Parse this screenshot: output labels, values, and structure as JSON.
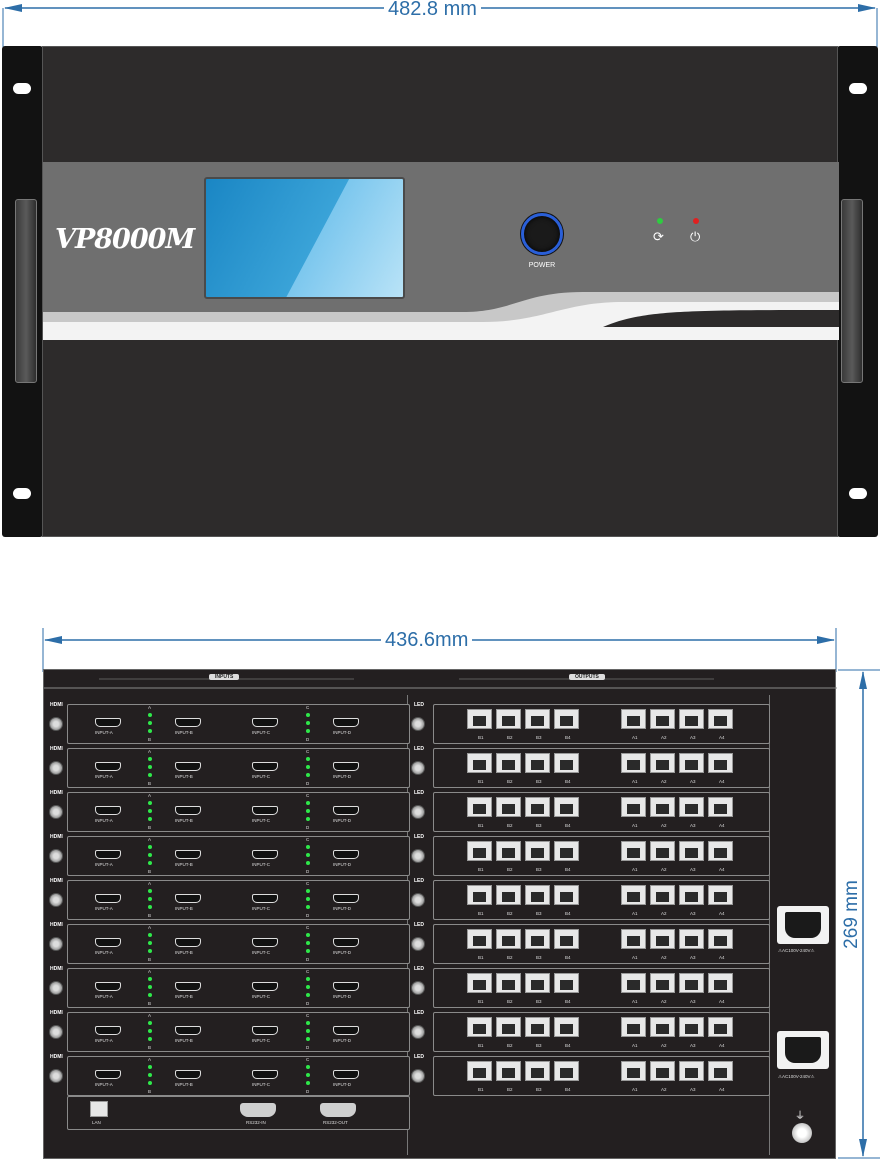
{
  "front": {
    "width_label": "482.8 mm",
    "brand": "VP8000M",
    "power_label": "POWER",
    "indicators": [
      {
        "icon": "sync-icon",
        "color": "#2ecc40"
      },
      {
        "icon": "power-icon",
        "color": "#e02020"
      }
    ]
  },
  "rear": {
    "width_label": "436.6mm",
    "height_label": "269 mm",
    "inputs_header": "INPUTS",
    "outputs_header": "OUTPUTS",
    "input_card": {
      "tag": "HDMI",
      "ports": [
        "INPUT-A",
        "INPUT-B",
        "INPUT-C",
        "INPUT-D"
      ],
      "led_labels_left": [
        "A",
        "B"
      ],
      "led_labels_right": [
        "C",
        "D"
      ]
    },
    "output_card": {
      "tag": "LED",
      "ports_b": [
        "B1",
        "B2",
        "B3",
        "B4"
      ],
      "ports_a": [
        "A1",
        "A2",
        "A3",
        "A4"
      ]
    },
    "card_rows": 9,
    "control": {
      "lan": "LAN",
      "rs232_in": "RS232-IN",
      "rs232_out": "RS232-OUT"
    },
    "power_inlet_label": "⚠AC100V-240V⚠",
    "ground_icon": "ground-icon"
  },
  "colors": {
    "dimension": "#2d6ea8",
    "led_green": "#2ee84a"
  }
}
